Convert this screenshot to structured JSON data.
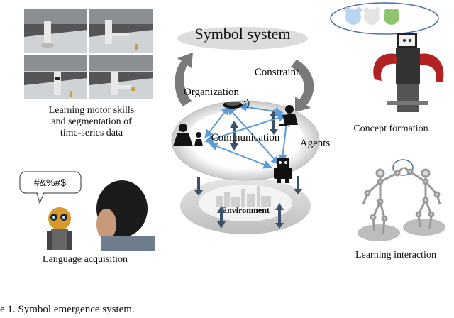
{
  "figure": {
    "symbol_system": "Symbol system",
    "constraint": "Constraint",
    "organization": "Organization",
    "communication": "Communication",
    "agents": "Agents",
    "environment": "Environment"
  },
  "panels": {
    "motor_skills_caption": "Learning motor skills\nand segmentation of\ntime-series data",
    "concept_formation_caption": "Concept formation",
    "language_acquisition_caption": "Language acquisition",
    "speech_bubble": "#&%#$’",
    "learning_interaction_caption": "Learning interaction"
  },
  "caption": {
    "text": "e 1.  Symbol emergence system."
  }
}
